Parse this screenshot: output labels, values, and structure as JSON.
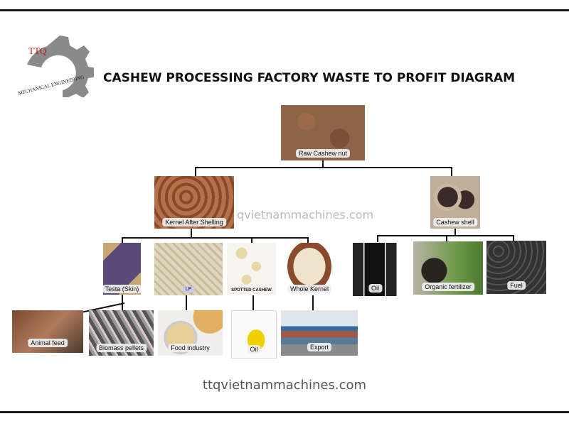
{
  "title": "CASHEW PROCESSING FACTORY WASTE TO PROFIT DIAGRAM",
  "logo": {
    "brand": "TTQ",
    "text": "MECHANICAL ENGINEERING",
    "brand_color": "#d0121b"
  },
  "watermark": "qvietnammachines.com",
  "website": "ttqvietnammachines.com",
  "nodes": {
    "raw": "Raw Cashew nut",
    "kernel": "Kernel After Shelling",
    "shell": "Cashew shell",
    "testa": "Testa (Skin)",
    "broken": "LP",
    "spotted": "SPOTTED CASHEW",
    "whole": "Whole Kernel",
    "oil_shell": "Oil",
    "fertilizer": "Organic fertilizer",
    "fuel": "Fuel",
    "animal": "Animal feed",
    "biomass": "Biomass pellets",
    "food": "Food industry",
    "oil": "Oil",
    "export": "Export"
  }
}
